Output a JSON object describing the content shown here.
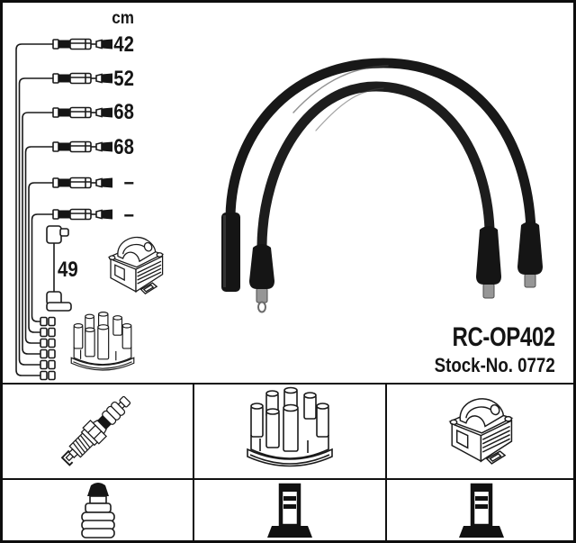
{
  "product": {
    "model": "RC-OP402",
    "stock_no": "Stock-No. 0772"
  },
  "length_table": {
    "unit": "cm",
    "cable_lengths": [
      "42",
      "52",
      "68",
      "68",
      "–",
      "–"
    ],
    "coil_wire_length": "49"
  },
  "legend": {
    "row1": [
      "spark-plug",
      "distributor-cap",
      "ignition-coil"
    ],
    "row2": [
      "plug-terminal-connector",
      "coil-terminal-connector",
      "coil-terminal-connector"
    ]
  },
  "colors": {
    "ink": "#1a1a1a",
    "frame": "#0d0d0d",
    "cable_black": "#181818",
    "metal_gray": "#969696",
    "background": "#ffffff"
  }
}
